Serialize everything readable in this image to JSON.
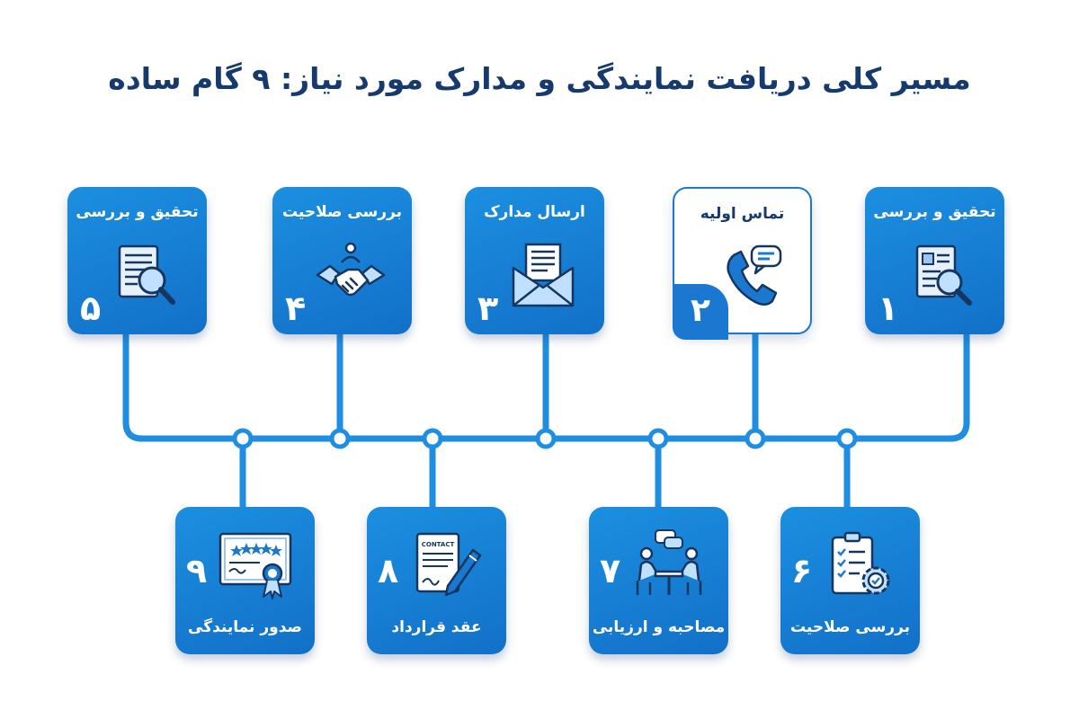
{
  "title": "مسیر کلی دریافت نمایندگی و مدارک مورد نیاز: ۹ گام ساده",
  "steps": [
    {
      "number": "۱",
      "label": "تحقیق و بررسی",
      "icon": "document-search-icon"
    },
    {
      "number": "۲",
      "label": "تماس اولیه",
      "icon": "phone-chat-icon"
    },
    {
      "number": "۳",
      "label": "ارسال مدارک",
      "icon": "envelope-document-icon"
    },
    {
      "number": "۴",
      "label": "بررسی صلاحیت",
      "icon": "handshake-icon"
    },
    {
      "number": "۵",
      "label": "تحقیق و بررسی",
      "icon": "document-search-icon"
    },
    {
      "number": "۶",
      "label": "بررسی صلاحیت",
      "icon": "checklist-gear-icon"
    },
    {
      "number": "۷",
      "label": "مصاحبه و ارزیابی",
      "icon": "interview-icon"
    },
    {
      "number": "۸",
      "label": "عقد قرارداد",
      "icon": "contract-pen-icon",
      "icon_text": "CONTACT"
    },
    {
      "number": "۹",
      "label": "صدور نمایندگی",
      "icon": "certificate-icon"
    }
  ],
  "colors": {
    "primary": "#1a78d0",
    "primary_light": "#1c8fe0",
    "title": "#173a6e",
    "connector": "#1f8ee0"
  }
}
